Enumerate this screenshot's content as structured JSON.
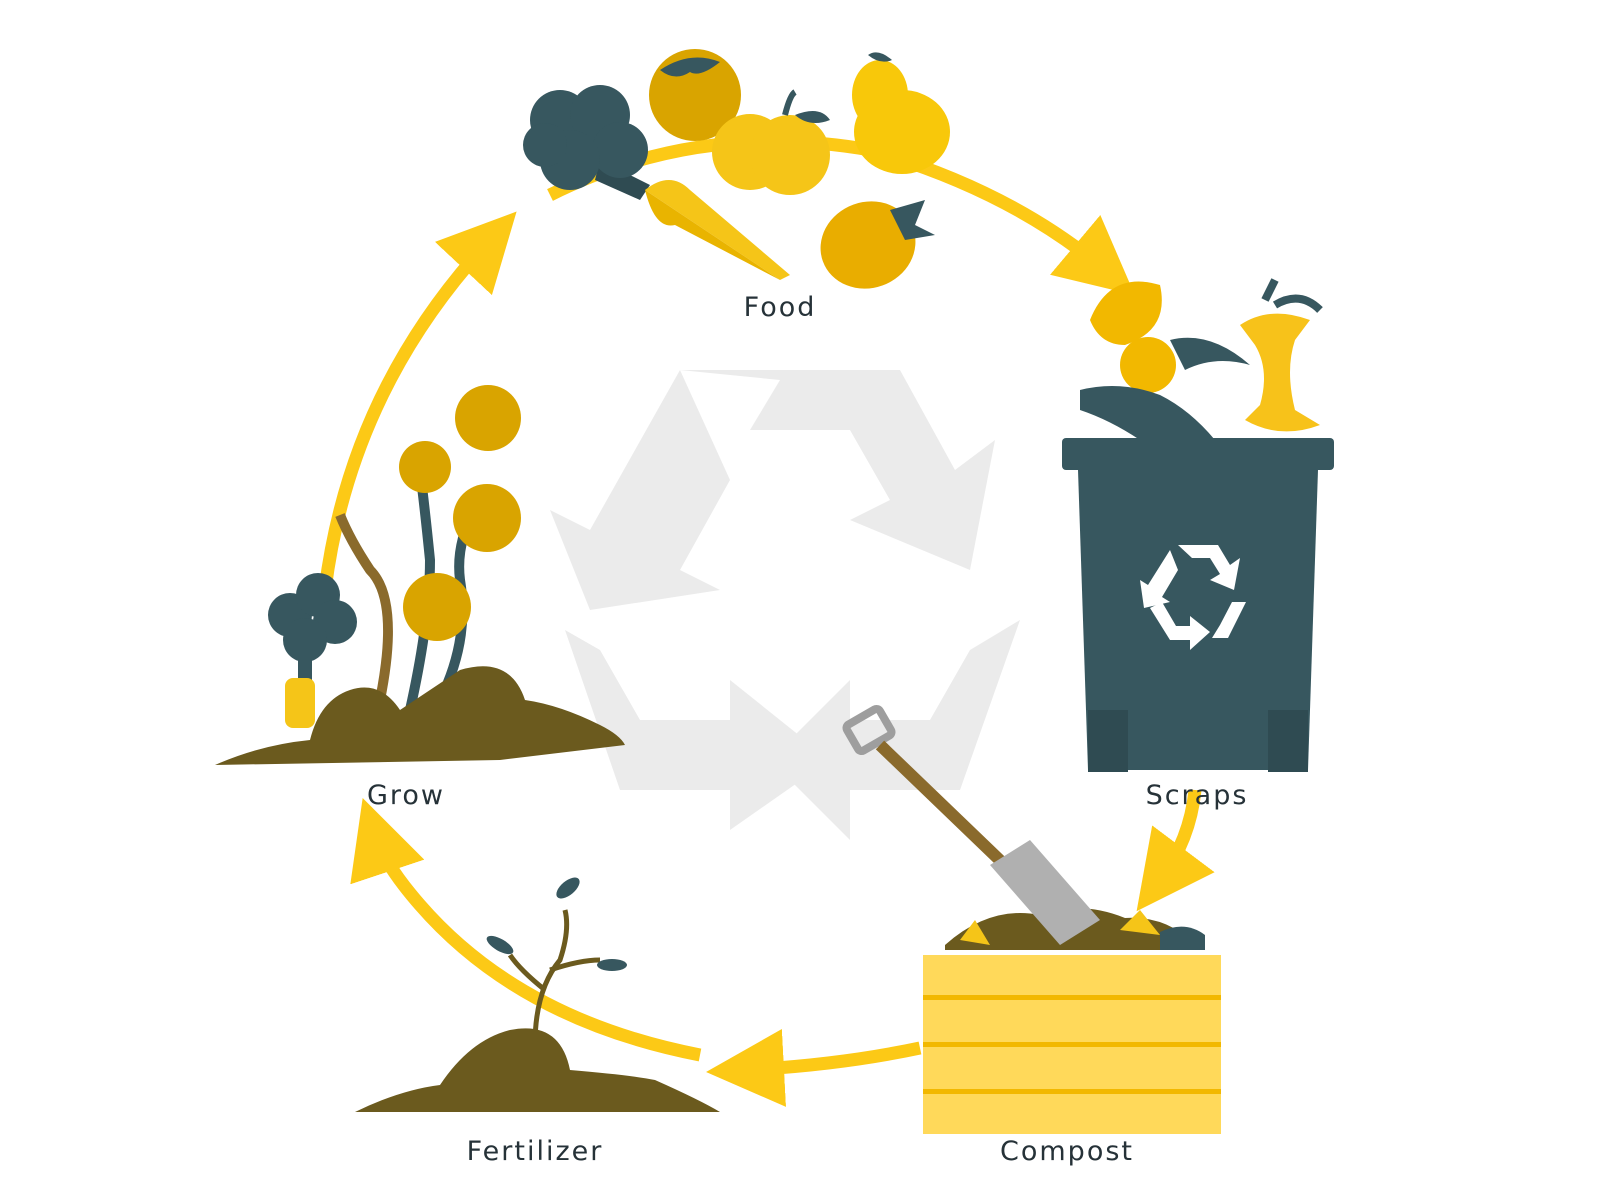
{
  "stages": [
    {
      "id": "food",
      "label": "Food"
    },
    {
      "id": "scraps",
      "label": "Scraps"
    },
    {
      "id": "compost",
      "label": "Compost"
    },
    {
      "id": "fertilizer",
      "label": "Fertilizer"
    },
    {
      "id": "grow",
      "label": "Grow"
    }
  ],
  "colors": {
    "arrow": "#fcc916",
    "accent_yellow": "#f5c518",
    "gold": "#d9a400",
    "dark_teal": "#37575f",
    "soil": "#6b5a1e",
    "recycle_bg": "#ebebeb",
    "label_text": "#263238",
    "crate": "#ffd95a"
  },
  "icons": {
    "center": "recycle-symbol-icon",
    "bin": "recycle-bin-icon",
    "shovel": "shovel-icon"
  }
}
